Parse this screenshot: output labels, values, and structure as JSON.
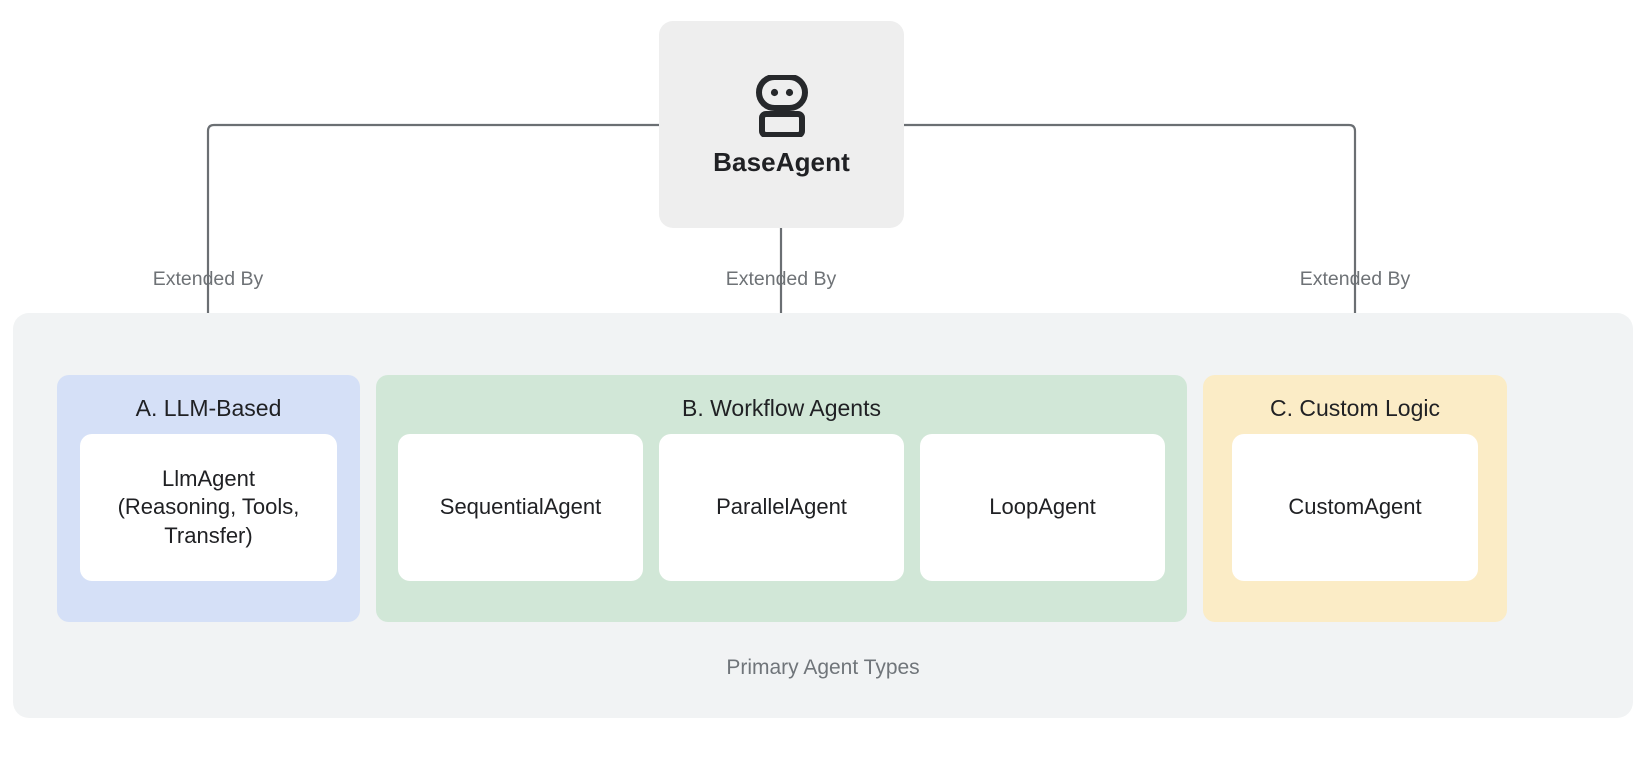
{
  "diagram": {
    "root": {
      "label": "BaseAgent",
      "icon": "robot-icon",
      "bg_color": "#eeeeee"
    },
    "edges": [
      {
        "label": "Extended By",
        "target": "A. LLM-Based"
      },
      {
        "label": "Extended By",
        "target": "B. Workflow Agents"
      },
      {
        "label": "Extended By",
        "target": "C. Custom Logic"
      }
    ],
    "container": {
      "caption": "Primary Agent Types",
      "bg_color": "#f1f3f4"
    },
    "categories": [
      {
        "title": "A. LLM-Based",
        "bg_color": "#d5e0f7",
        "cards": [
          {
            "label": "LlmAgent\n(Reasoning, Tools,\nTransfer)"
          }
        ]
      },
      {
        "title": "B. Workflow Agents",
        "bg_color": "#d1e7d7",
        "cards": [
          {
            "label": "SequentialAgent"
          },
          {
            "label": "ParallelAgent"
          },
          {
            "label": "LoopAgent"
          }
        ]
      },
      {
        "title": "C. Custom Logic",
        "bg_color": "#fbecc6",
        "cards": [
          {
            "label": "CustomAgent"
          }
        ]
      }
    ],
    "connector_color": "#6b6f73"
  }
}
